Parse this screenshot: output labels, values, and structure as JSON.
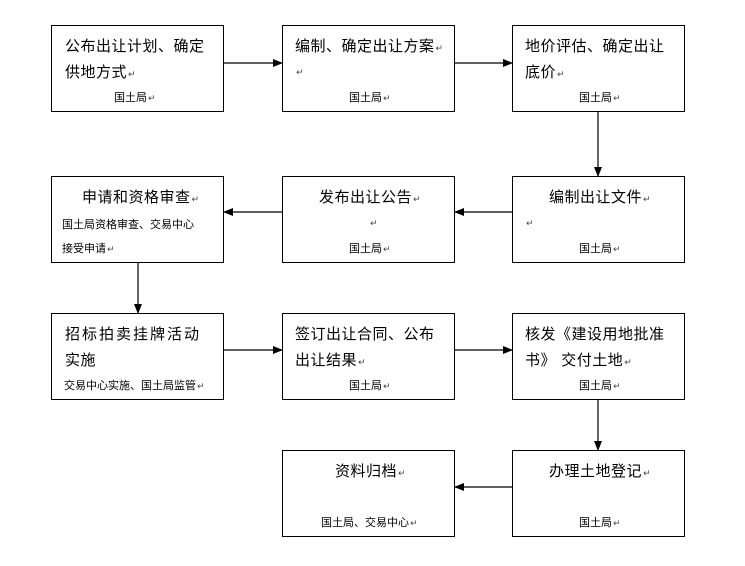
{
  "boxes": {
    "b1": {
      "title1": "公布出让计划、确定",
      "title2": "供地方式",
      "agency": "国土局"
    },
    "b2": {
      "title1": "编制、确定出让方案",
      "agency": "国土局"
    },
    "b3": {
      "title1": "地价评估、确定出让",
      "title2": "底价",
      "agency": "国土局"
    },
    "b4": {
      "title1": "编制出让文件",
      "agency": "国土局"
    },
    "b5": {
      "title1": "发布出让公告",
      "agency": "国土局"
    },
    "b6": {
      "title1": "申请和资格审查",
      "note1": "国土局资格审查、交易中心",
      "note2": "接受申请"
    },
    "b7": {
      "title1": "招标拍卖挂牌活动",
      "title2": "实施",
      "note1": "交易中心实施、国土局监管"
    },
    "b8": {
      "title1": "签订出让合同、公布",
      "title2": "出让结果",
      "agency": "国土局"
    },
    "b9": {
      "title1": "核发《建设用地批准",
      "title2": "书》 交付土地",
      "agency": "国土局"
    },
    "b10": {
      "title1": "办理土地登记",
      "agency": "国土局"
    },
    "b11": {
      "title1": "资料归档",
      "agency": "国土局、交易中心"
    }
  },
  "para_mark": "↵"
}
